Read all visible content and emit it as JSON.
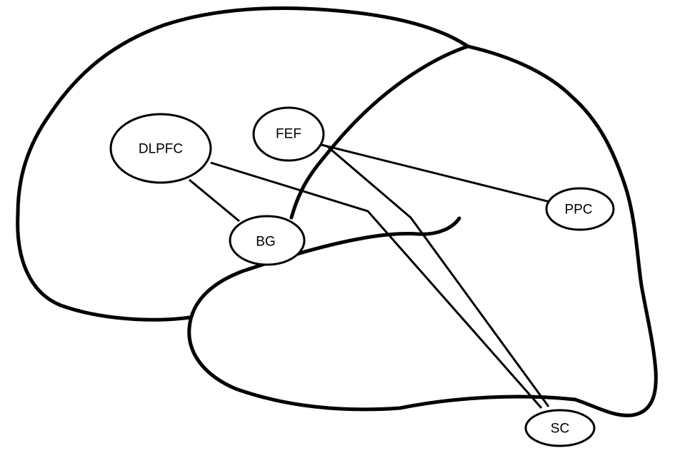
{
  "regions": {
    "dlpfc": "DLPFC",
    "fef": "FEF",
    "bg": "BG",
    "ppc": "PPC",
    "sc": "SC"
  },
  "colors": {
    "stroke": "#000000",
    "background": "#ffffff"
  }
}
